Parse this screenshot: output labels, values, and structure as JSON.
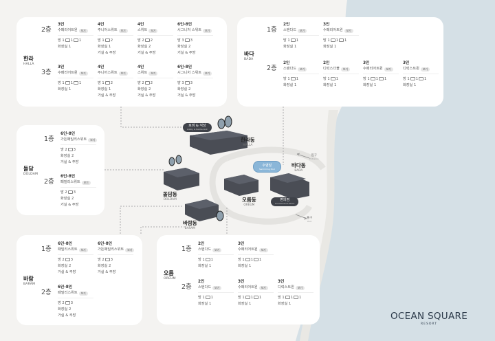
{
  "badge_label": "보기",
  "buildings": {
    "halla": {
      "ko": "한라",
      "en": "HALLA",
      "floors": [
        {
          "label": "2층",
          "rooms": [
            {
              "cap": "3인",
              "name": "수페리어트윈",
              "room": "방 1",
              "beds": [
                "1",
                "1"
              ],
              "bath": "화장실 1"
            },
            {
              "cap": "4인",
              "name": "주니어스위트",
              "room": "방 1",
              "beds": [
                "2"
              ],
              "bath": "화장실 1",
              "living": "거실 & 주방"
            },
            {
              "cap": "4인",
              "name": "스위트",
              "room": "방 2",
              "beds": [
                "2"
              ],
              "bath": "화장실 2",
              "living": "거실 & 주방"
            },
            {
              "cap": "6인-8인",
              "name": "시그니처 스위트",
              "room": "방 3",
              "beds": [
                "3"
              ],
              "bath": "화장실 2",
              "living": "거실 & 주방"
            }
          ]
        },
        {
          "label": "3층",
          "rooms": [
            {
              "cap": "3인",
              "name": "수페리어트윈",
              "room": "방 1",
              "beds": [
                "1",
                "1"
              ],
              "bath": "화장실 1"
            },
            {
              "cap": "4인",
              "name": "주니어스위트",
              "room": "방 1",
              "beds": [
                "2"
              ],
              "bath": "화장실 1",
              "living": "거실 & 주방"
            },
            {
              "cap": "4인",
              "name": "스위트",
              "room": "방 2",
              "beds": [
                "2"
              ],
              "bath": "화장실 2",
              "living": "거실 & 주방"
            },
            {
              "cap": "6인-8인",
              "name": "시그니처 스위트",
              "room": "방 3",
              "beds": [
                "3"
              ],
              "bath": "화장실 2",
              "living": "거실 & 주방"
            }
          ]
        }
      ]
    },
    "bada": {
      "ko": "바다",
      "en": "BADA",
      "floors": [
        {
          "label": "1층",
          "rooms": [
            {
              "cap": "2인",
              "name": "스탠다드",
              "room": "방 1",
              "beds": [
                "1"
              ],
              "bath": "화장실 1"
            },
            {
              "cap": "3인",
              "name": "수페리어트윈",
              "room": "방 1",
              "beds": [
                "1",
                "1"
              ],
              "bath": "화장실 1"
            }
          ]
        },
        {
          "label": "2층",
          "rooms": [
            {
              "cap": "2인",
              "name": "스탠다드",
              "room": "방 1",
              "beds": [
                "1"
              ],
              "bath": "화장실 1"
            },
            {
              "cap": "2인",
              "name": "디럭스더블",
              "room": "방 1",
              "beds": [
                "1"
              ],
              "bath": "화장실 1"
            },
            {
              "cap": "3인",
              "name": "수페리어트윈",
              "room": "방 1",
              "beds": [
                "1",
                "1"
              ],
              "bath": "화장실 1"
            },
            {
              "cap": "3인",
              "name": "디럭스트윈",
              "room": "방 1",
              "beds": [
                "1",
                "1"
              ],
              "bath": "화장실 1"
            }
          ]
        }
      ]
    },
    "doldam": {
      "ko": "돌담",
      "en": "DOLDAM",
      "floors": [
        {
          "label": "1층",
          "rooms": [
            {
              "cap": "6인-8인",
              "name": "가든패밀리스위트",
              "room": "방 2",
              "beds": [
                "3"
              ],
              "bath": "화장실 2",
              "living": "거실 & 주방"
            }
          ]
        },
        {
          "label": "2층",
          "rooms": [
            {
              "cap": "6인-8인",
              "name": "패밀리스위트",
              "room": "방 2",
              "beds": [
                "3"
              ],
              "bath": "화장실 2",
              "living": "거실 & 주방"
            }
          ]
        }
      ]
    },
    "baram": {
      "ko": "바람",
      "en": "BARAM",
      "floors": [
        {
          "label": "1층",
          "rooms": [
            {
              "cap": "6인-8인",
              "name": "패밀리스위트",
              "room": "방 2",
              "beds": [
                "3"
              ],
              "bath": "화장실 2",
              "living": "거실 & 주방"
            },
            {
              "cap": "6인-8인",
              "name": "가든패밀리스위트",
              "room": "방 2",
              "beds": [
                "3"
              ],
              "bath": "화장실 2",
              "living": "거실 & 주방"
            }
          ]
        },
        {
          "label": "2층",
          "rooms": [
            {
              "cap": "6인-8인",
              "name": "패밀리스위트",
              "room": "방 2",
              "beds": [
                "3"
              ],
              "bath": "화장실 2",
              "living": "거실 & 주방"
            }
          ]
        }
      ]
    },
    "oreum": {
      "ko": "오름",
      "en": "OREUM",
      "floors": [
        {
          "label": "1층",
          "rooms": [
            {
              "cap": "2인",
              "name": "스탠다드",
              "room": "방 1",
              "beds": [
                "1"
              ],
              "bath": "화장실 1"
            },
            {
              "cap": "3인",
              "name": "수페리어트윈",
              "room": "방 1",
              "beds": [
                "1",
                "1"
              ],
              "bath": "화장실 1"
            }
          ]
        },
        {
          "label": "2층",
          "rooms": [
            {
              "cap": "2인",
              "name": "스탠다드",
              "room": "방 1",
              "beds": [
                "1"
              ],
              "bath": "화장실 1"
            },
            {
              "cap": "3인",
              "name": "수페리어트윈",
              "room": "방 1",
              "beds": [
                "1",
                "1"
              ],
              "bath": "화장실 1"
            },
            {
              "cap": "3인",
              "name": "디럭스트윈",
              "room": "방 1",
              "beds": [
                "1",
                "1"
              ],
              "bath": "화장실 1"
            }
          ]
        }
      ]
    }
  },
  "map": {
    "halla": {
      "ko": "한라동",
      "en": "HALLA"
    },
    "doldam": {
      "ko": "돌담동",
      "en": "DOLDAM"
    },
    "oreum": {
      "ko": "오름동",
      "en": "OREUM"
    },
    "bada": {
      "ko": "바다동",
      "en": "BADA"
    },
    "baram": {
      "ko": "바람동",
      "en": "BARAM"
    },
    "lobby": {
      "ko": "로비 & 식당",
      "en": "Lobby & Restaurant"
    },
    "pool": {
      "ko": "수영장",
      "en": "Swimming Pool"
    },
    "store": {
      "ko": "편의점",
      "en": "Convenience Store"
    },
    "entrance": {
      "ko": "입구",
      "en": "Entrance"
    },
    "exit": {
      "ko": "출구",
      "en": "Exit"
    }
  },
  "logo": {
    "title": "OCEAN SQUARE",
    "sub": "RESORT"
  },
  "colors": {
    "ocean": "#d5e0e6",
    "building": "#4a4d55",
    "panel": "#ffffff"
  }
}
